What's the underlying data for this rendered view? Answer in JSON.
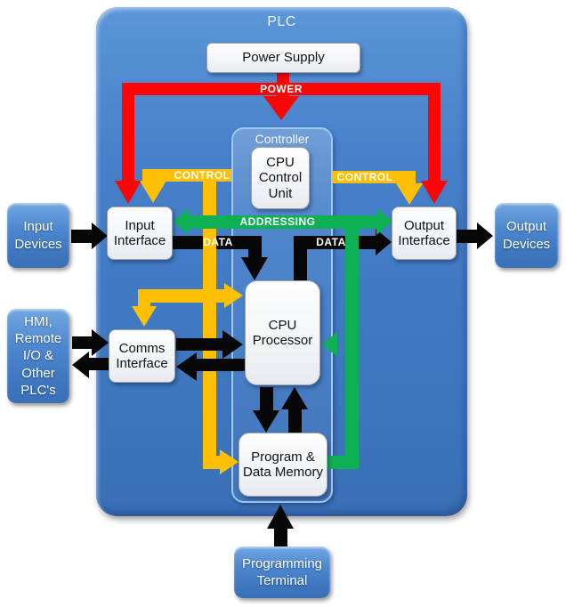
{
  "title": "PLC",
  "nodes": {
    "power_supply": "Power Supply",
    "controller": "Controller",
    "cpu_control_unit": "CPU Control Unit",
    "input_interface": "Input Interface",
    "output_interface": "Output Interface",
    "cpu_processor": "CPU Processor",
    "comms_interface": "Comms Interface",
    "program_data_memory": "Program & Data Memory",
    "input_devices": "Input Devices",
    "output_devices": "Output Devices",
    "hmi": "HMI, Remote I/O & Other PLC's",
    "programming_terminal": "Programming Terminal"
  },
  "buses": {
    "power": "POWER",
    "control_left": "CONTROL",
    "control_right": "CONTROL",
    "addressing": "ADDRESSING",
    "data_left": "DATA",
    "data_right": "DATA"
  },
  "colors": {
    "power_red": "#fb0505",
    "control_yellow": "#ffc003",
    "addressing_green": "#0db154",
    "data_black": "#070707",
    "plc_blue": "#4080c8"
  }
}
